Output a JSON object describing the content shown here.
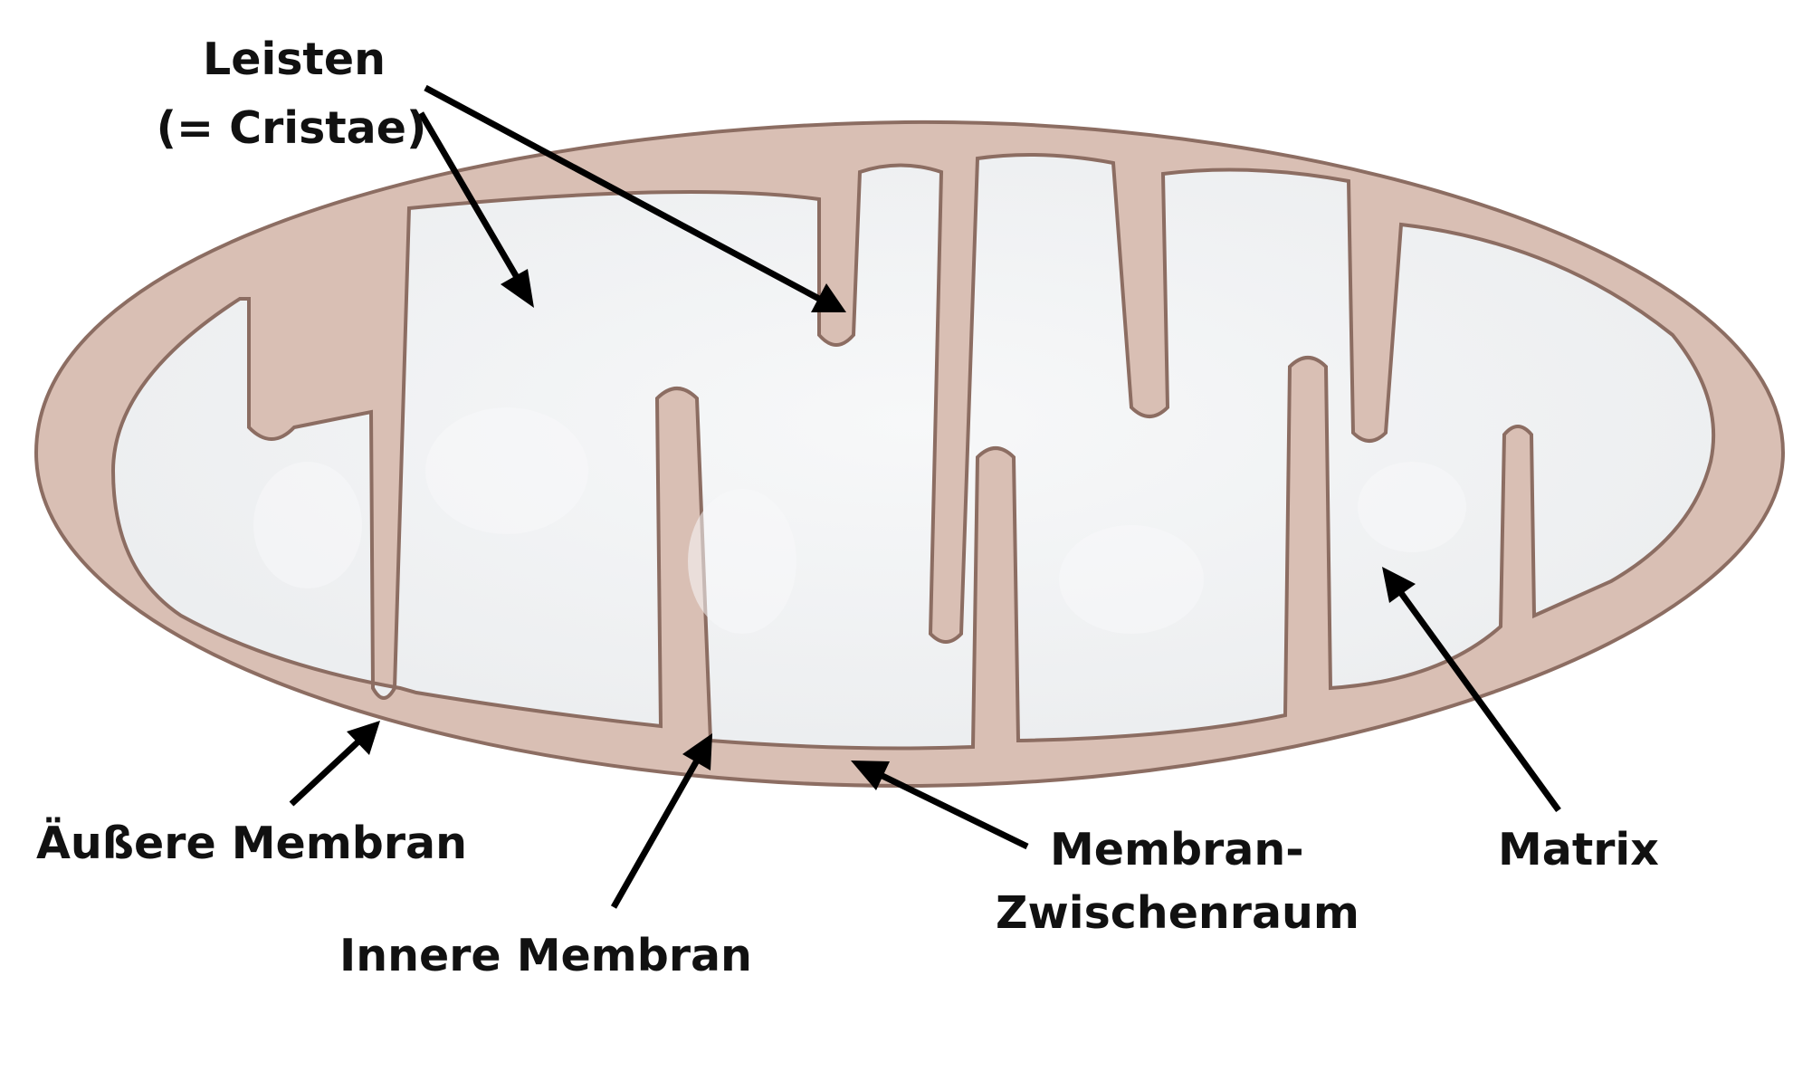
{
  "colors": {
    "intermembrane_space": "#d9bfb4",
    "membrane_outline": "#8c6d62",
    "matrix": "#eaecee",
    "matrix_highlight": "#f7f8f9",
    "arrow": "#000000",
    "text": "#111111",
    "background": "#ffffff"
  },
  "labels": {
    "leisten_line1": "Leisten",
    "leisten_line2": "(= Cristae)",
    "aeussere_membran": "Äußere Membran",
    "innere_membran": "Innere Membran",
    "zwischenraum_line1": "Membran-",
    "zwischenraum_line2": "Zwischenraum",
    "matrix": "Matrix"
  }
}
